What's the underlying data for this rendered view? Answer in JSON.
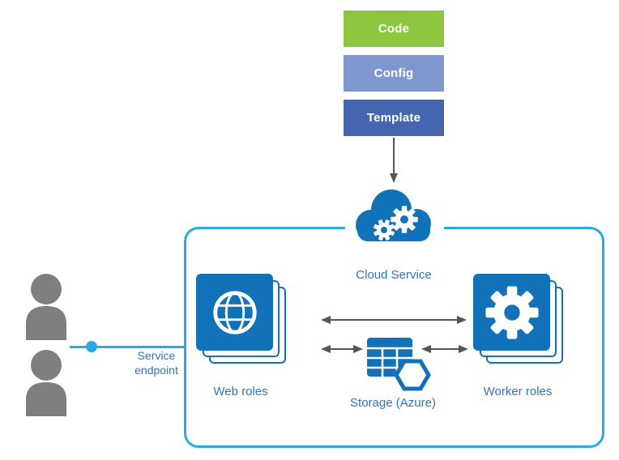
{
  "package_stack": {
    "boxes": [
      {
        "label": "Code",
        "color": "#8DC63F"
      },
      {
        "label": "Config",
        "color": "#8096CE"
      },
      {
        "label": "Template",
        "color": "#4466B0"
      }
    ]
  },
  "cloud_service": {
    "label": "Cloud Service"
  },
  "boundary": {
    "web_roles_label": "Web roles",
    "storage_label": "Storage (Azure)",
    "worker_roles_label": "Worker roles"
  },
  "users": {
    "endpoint_label": "Service endpoint"
  },
  "colors": {
    "azure_blue": "#1272B9",
    "boundary_border": "#29ABE2",
    "endpoint_line": "#29ABE2",
    "label_text": "#2E74B5",
    "arrow": "#555555",
    "person": "#7F7F7F",
    "code_box": "#8DC63F",
    "config_box": "#8096CE",
    "template_box": "#4466B0"
  }
}
